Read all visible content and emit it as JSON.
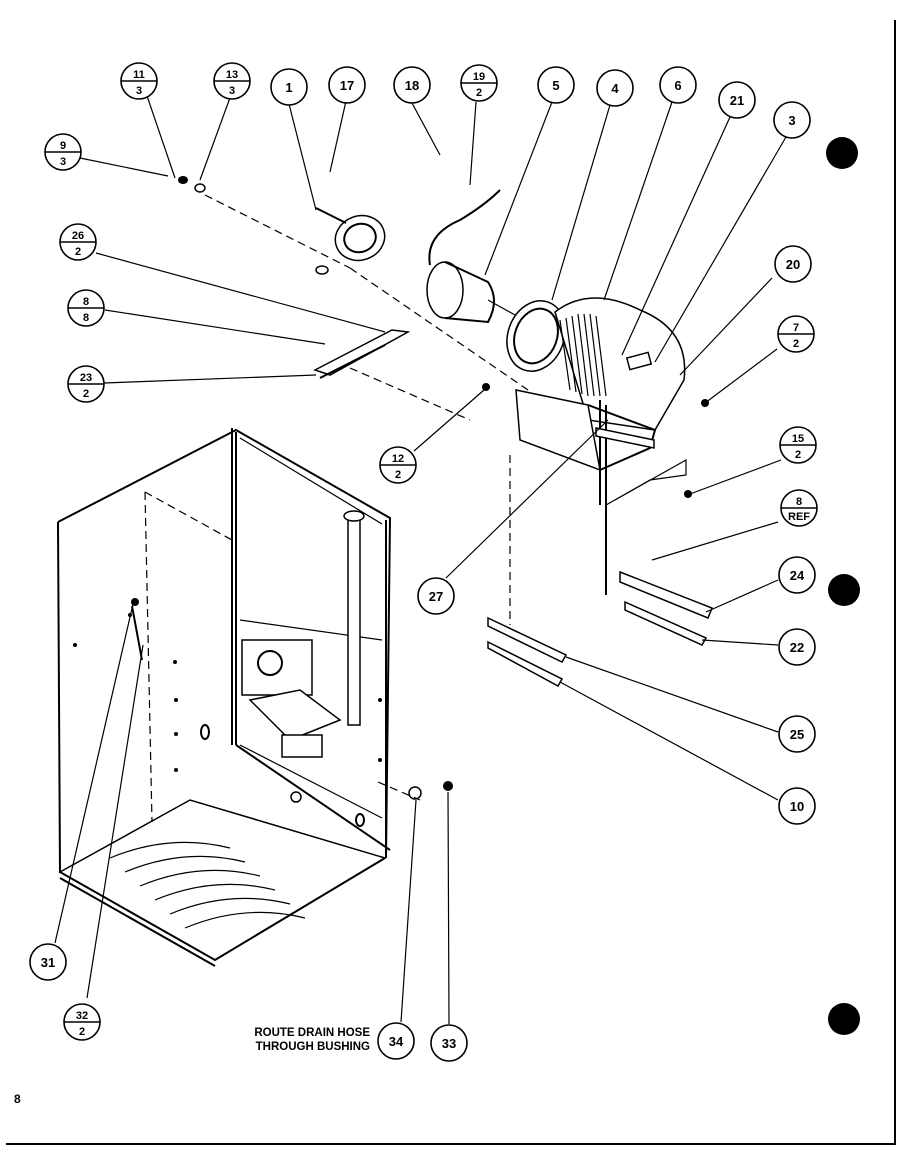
{
  "diagram": {
    "note_line1": "ROUTE DRAIN HOSE",
    "note_line2": "THROUGH BUSHING",
    "page_number": "8",
    "callouts": [
      {
        "id": "c1",
        "label": "1"
      },
      {
        "id": "c3",
        "label": "3"
      },
      {
        "id": "c4",
        "label": "4"
      },
      {
        "id": "c5",
        "label": "5"
      },
      {
        "id": "c6",
        "label": "6"
      },
      {
        "id": "c10",
        "label": "10"
      },
      {
        "id": "c17",
        "label": "17"
      },
      {
        "id": "c18",
        "label": "18"
      },
      {
        "id": "c20",
        "label": "20"
      },
      {
        "id": "c21",
        "label": "21"
      },
      {
        "id": "c22",
        "label": "22"
      },
      {
        "id": "c24",
        "label": "24"
      },
      {
        "id": "c25",
        "label": "25"
      },
      {
        "id": "c27",
        "label": "27"
      },
      {
        "id": "c31",
        "label": "31"
      },
      {
        "id": "c33",
        "label": "33"
      },
      {
        "id": "c34",
        "label": "34"
      }
    ],
    "fraction_callouts": [
      {
        "id": "f11_3",
        "top": "11",
        "bottom": "3"
      },
      {
        "id": "f13_3",
        "top": "13",
        "bottom": "3"
      },
      {
        "id": "f19_2",
        "top": "19",
        "bottom": "2"
      },
      {
        "id": "f9_3",
        "top": "9",
        "bottom": "3"
      },
      {
        "id": "f26_2",
        "top": "26",
        "bottom": "2"
      },
      {
        "id": "f8_8",
        "top": "8",
        "bottom": "8"
      },
      {
        "id": "f23_2",
        "top": "23",
        "bottom": "2"
      },
      {
        "id": "f7_2",
        "top": "7",
        "bottom": "2"
      },
      {
        "id": "f12_2",
        "top": "12",
        "bottom": "2"
      },
      {
        "id": "f15_2",
        "top": "15",
        "bottom": "2"
      },
      {
        "id": "f8_ref",
        "top": "8",
        "bottom": "REF"
      },
      {
        "id": "f32_2",
        "top": "32",
        "bottom": "2"
      }
    ]
  }
}
